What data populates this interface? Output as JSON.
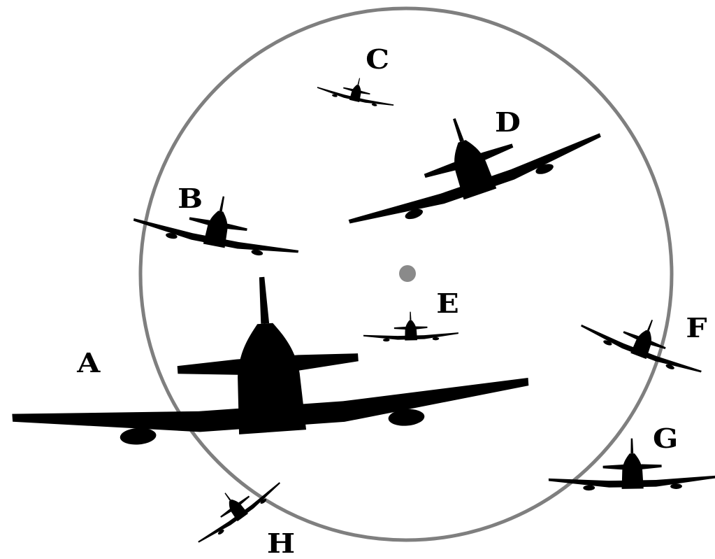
{
  "diagram": {
    "colors": {
      "ink": "#000000",
      "circle": "#7f7f7f",
      "center_dot": "#8a8a8a",
      "background": "#ffffff"
    },
    "elements": {
      "circle": "sighting-circle",
      "center_dot": "center-point"
    },
    "planes": [
      {
        "id": "a",
        "label": "A"
      },
      {
        "id": "b",
        "label": "B"
      },
      {
        "id": "c",
        "label": "C"
      },
      {
        "id": "d",
        "label": "D"
      },
      {
        "id": "e",
        "label": "E"
      },
      {
        "id": "f",
        "label": "F"
      },
      {
        "id": "g",
        "label": "G"
      },
      {
        "id": "h",
        "label": "H"
      }
    ]
  }
}
